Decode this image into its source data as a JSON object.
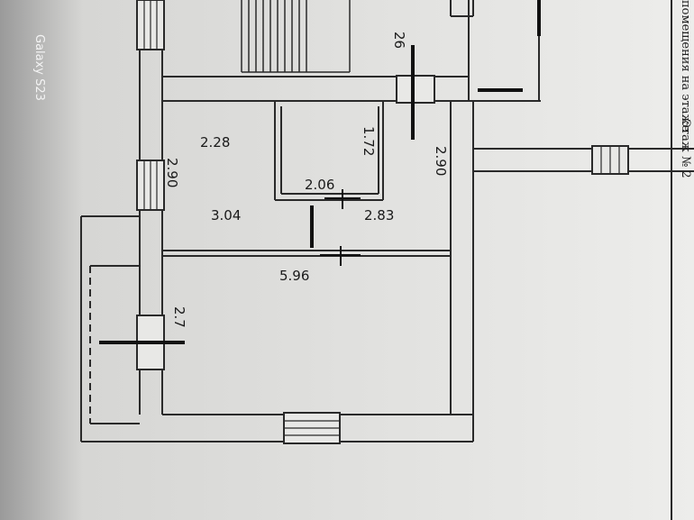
{
  "watermark": "Galaxy S23",
  "side_text": {
    "caption": "помещения на этаже",
    "floor_label": "Этаж № 2"
  },
  "plan": {
    "staircase_label": "26",
    "rooms": [
      {
        "name": "room-upper-left",
        "width_label": "2.28",
        "height_label": "2.90"
      },
      {
        "name": "room-closet",
        "width_label": "2.06",
        "height_label": "1.72"
      },
      {
        "name": "room-upper-right",
        "height_label": "2.90"
      },
      {
        "name": "room-main",
        "width_label": "5.96"
      },
      {
        "name": "balcony",
        "height_label": "2.7"
      }
    ],
    "wall_labels": {
      "left": "3.04",
      "right": "2.83"
    }
  }
}
